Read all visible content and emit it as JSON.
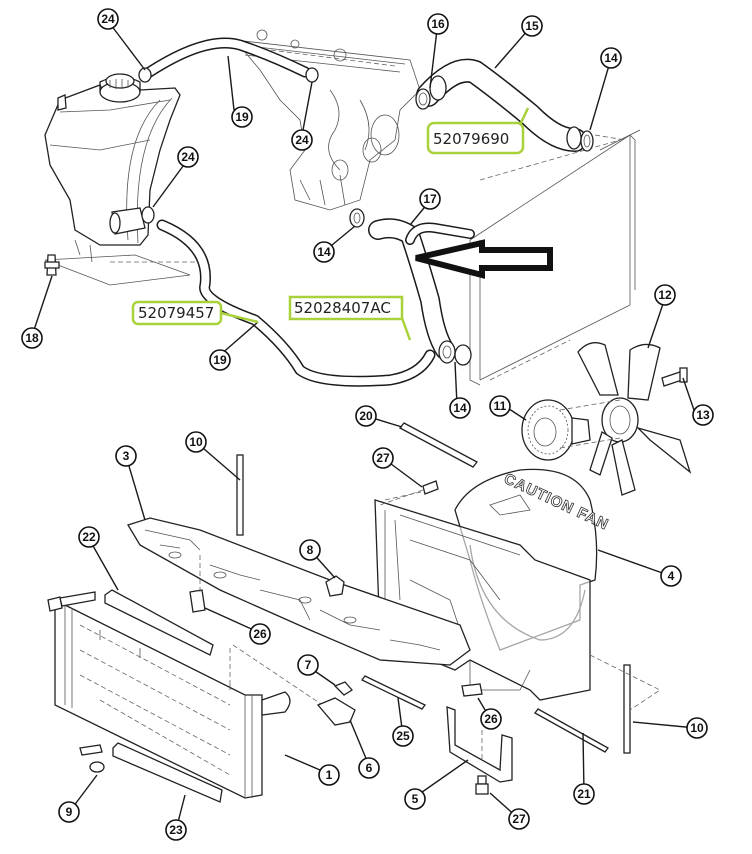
{
  "diagram": {
    "title": "Cooling system exploded view",
    "callouts": [
      {
        "id": "c24a",
        "label": "24",
        "part": "hose-clamp"
      },
      {
        "id": "c19a",
        "label": "19",
        "part": "overflow-hose"
      },
      {
        "id": "c24b",
        "label": "24",
        "part": "hose-clamp"
      },
      {
        "id": "c24c",
        "label": "24",
        "part": "hose-clamp"
      },
      {
        "id": "c16",
        "label": "16",
        "part": "hose-clamp"
      },
      {
        "id": "c15",
        "label": "15",
        "part": "upper-radiator-hose"
      },
      {
        "id": "c14a",
        "label": "14",
        "part": "hose-clamp"
      },
      {
        "id": "c17",
        "label": "17",
        "part": "lower-radiator-hose"
      },
      {
        "id": "c14b",
        "label": "14",
        "part": "hose-clamp"
      },
      {
        "id": "c18",
        "label": "18",
        "part": "drain-plug"
      },
      {
        "id": "c19b",
        "label": "19",
        "part": "overflow-hose"
      },
      {
        "id": "c14c",
        "label": "14",
        "part": "hose-clamp"
      },
      {
        "id": "c12",
        "label": "12",
        "part": "fan-blade"
      },
      {
        "id": "c11",
        "label": "11",
        "part": "fan-clutch"
      },
      {
        "id": "c13",
        "label": "13",
        "part": "bolt"
      },
      {
        "id": "c20",
        "label": "20",
        "part": "seal"
      },
      {
        "id": "c10a",
        "label": "10",
        "part": "seal"
      },
      {
        "id": "c3",
        "label": "3",
        "part": "upper-crossmember"
      },
      {
        "id": "c27a",
        "label": "27",
        "part": "bolt"
      },
      {
        "id": "c8",
        "label": "8",
        "part": "nut"
      },
      {
        "id": "c22",
        "label": "22",
        "part": "seal"
      },
      {
        "id": "c26a",
        "label": "26",
        "part": "clip"
      },
      {
        "id": "c4",
        "label": "4",
        "part": "fan-shroud"
      },
      {
        "id": "c7",
        "label": "7",
        "part": "isolator"
      },
      {
        "id": "c6",
        "label": "6",
        "part": "bracket"
      },
      {
        "id": "c25",
        "label": "25",
        "part": "seal"
      },
      {
        "id": "c26b",
        "label": "26",
        "part": "clip"
      },
      {
        "id": "c10b",
        "label": "10",
        "part": "seal"
      },
      {
        "id": "c1",
        "label": "1",
        "part": "radiator"
      },
      {
        "id": "c9",
        "label": "9",
        "part": "isolator"
      },
      {
        "id": "c23",
        "label": "23",
        "part": "seal"
      },
      {
        "id": "c5",
        "label": "5",
        "part": "lower-bracket"
      },
      {
        "id": "c21",
        "label": "21",
        "part": "seal"
      },
      {
        "id": "c27b",
        "label": "27",
        "part": "bolt"
      }
    ],
    "part_numbers": {
      "upper_hose": "52079690",
      "lower_hose": "52028407AC",
      "overflow_hose": "52079457"
    },
    "shroud_lettering": "CAUTION FAN",
    "colors": {
      "highlight": "#a8d13a",
      "line": "#1a1a1a",
      "background": "#ffffff"
    },
    "arrow_icon": "left-arrow"
  }
}
